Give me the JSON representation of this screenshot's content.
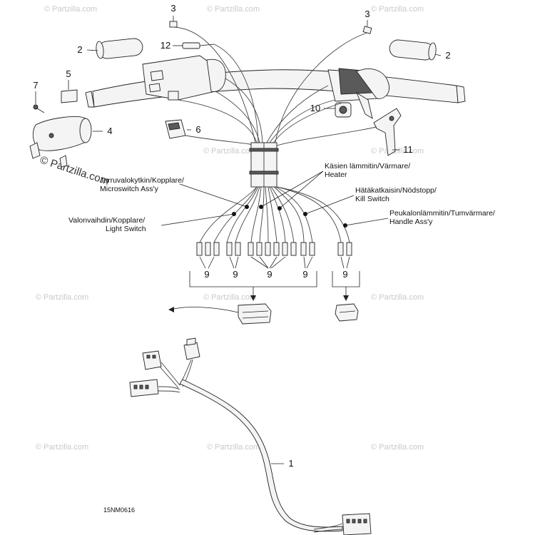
{
  "diagram": {
    "code": "15NM0616",
    "watermark": "© Partzilla.com",
    "callouts": {
      "c1": "1",
      "c2a": "2",
      "c2b": "2",
      "c3a": "3",
      "c3b": "3",
      "c4": "4",
      "c5": "5",
      "c6": "6",
      "c7": "7",
      "c9a": "9",
      "c9b": "9",
      "c9c": "9",
      "c9d": "9",
      "c9e": "9",
      "c10": "10",
      "c11": "11",
      "c12": "12"
    },
    "labels": {
      "heater_1": "Käsien lämmitin/Värmare/",
      "heater_2": "Heater",
      "kill_1": "Hätäkatkaisin/Nödstopp/",
      "kill_2": "Kill Switch",
      "brake_1": "Jarruvalokytkin/Kopplare/",
      "brake_2": "Microswitch Ass'y",
      "light_1": "Valonvaihdin/Kopplare/",
      "light_2": "Light Switch",
      "thumb_1": "Peukalonlämmitin/Tumvärmare/",
      "thumb_2": "Handle Ass'y"
    }
  }
}
